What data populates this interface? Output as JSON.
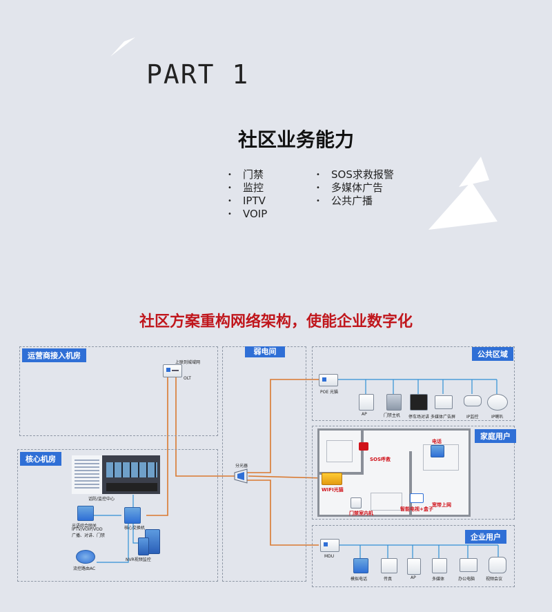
{
  "slide": {
    "part_label": "PART 1",
    "section_title": "社区业务能力",
    "bullets_left": [
      "门禁",
      "监控",
      "IPTV",
      "VOIP"
    ],
    "bullets_right": [
      "SOS求救报警",
      "多媒体广告",
      "公共广播"
    ],
    "headline": "社区方案重构网络架构，使能企业数字化"
  },
  "diagram": {
    "zones": {
      "operator": "运营商接入机房",
      "core": "核心机房",
      "weak": "弱电间",
      "public": "公共区域",
      "home": "家庭用户",
      "enterprise": "企业用户"
    },
    "devices": {
      "olt_uplink": "上联到城域网",
      "olt": "OLT",
      "monitor_center": "话防/监控中心",
      "gateway_line1": "光语综合网关",
      "gateway_line2": "IPTV/VOIP/VOD",
      "gateway_line3": "广播、对讲、门禁",
      "core_switch": "核心交换机",
      "nvr": "NVR视频监控",
      "ac": "流控路由AC",
      "splitter": "分光器",
      "poe": "POE 光猫",
      "ap": "AP",
      "door_host": "门禁主机",
      "parking_intercom": "停车场对讲",
      "media_ad": "多媒体广告屏",
      "ip_camera": "IP监控",
      "ip_speaker": "IP喇叭",
      "mdu": "MDU",
      "ent_phone": "模拟电话",
      "ent_fax": "传真",
      "ent_ap": "AP",
      "ent_media": "多媒体",
      "ent_pc": "办公电脑",
      "ent_video": "视频会议"
    },
    "home_labels": {
      "sos": "SOS呼救",
      "phone": "电话",
      "wifi": "WIFI光猫",
      "door": "门禁室内机",
      "tv": "智能电视+盒子",
      "internet": "宽带上网"
    }
  }
}
